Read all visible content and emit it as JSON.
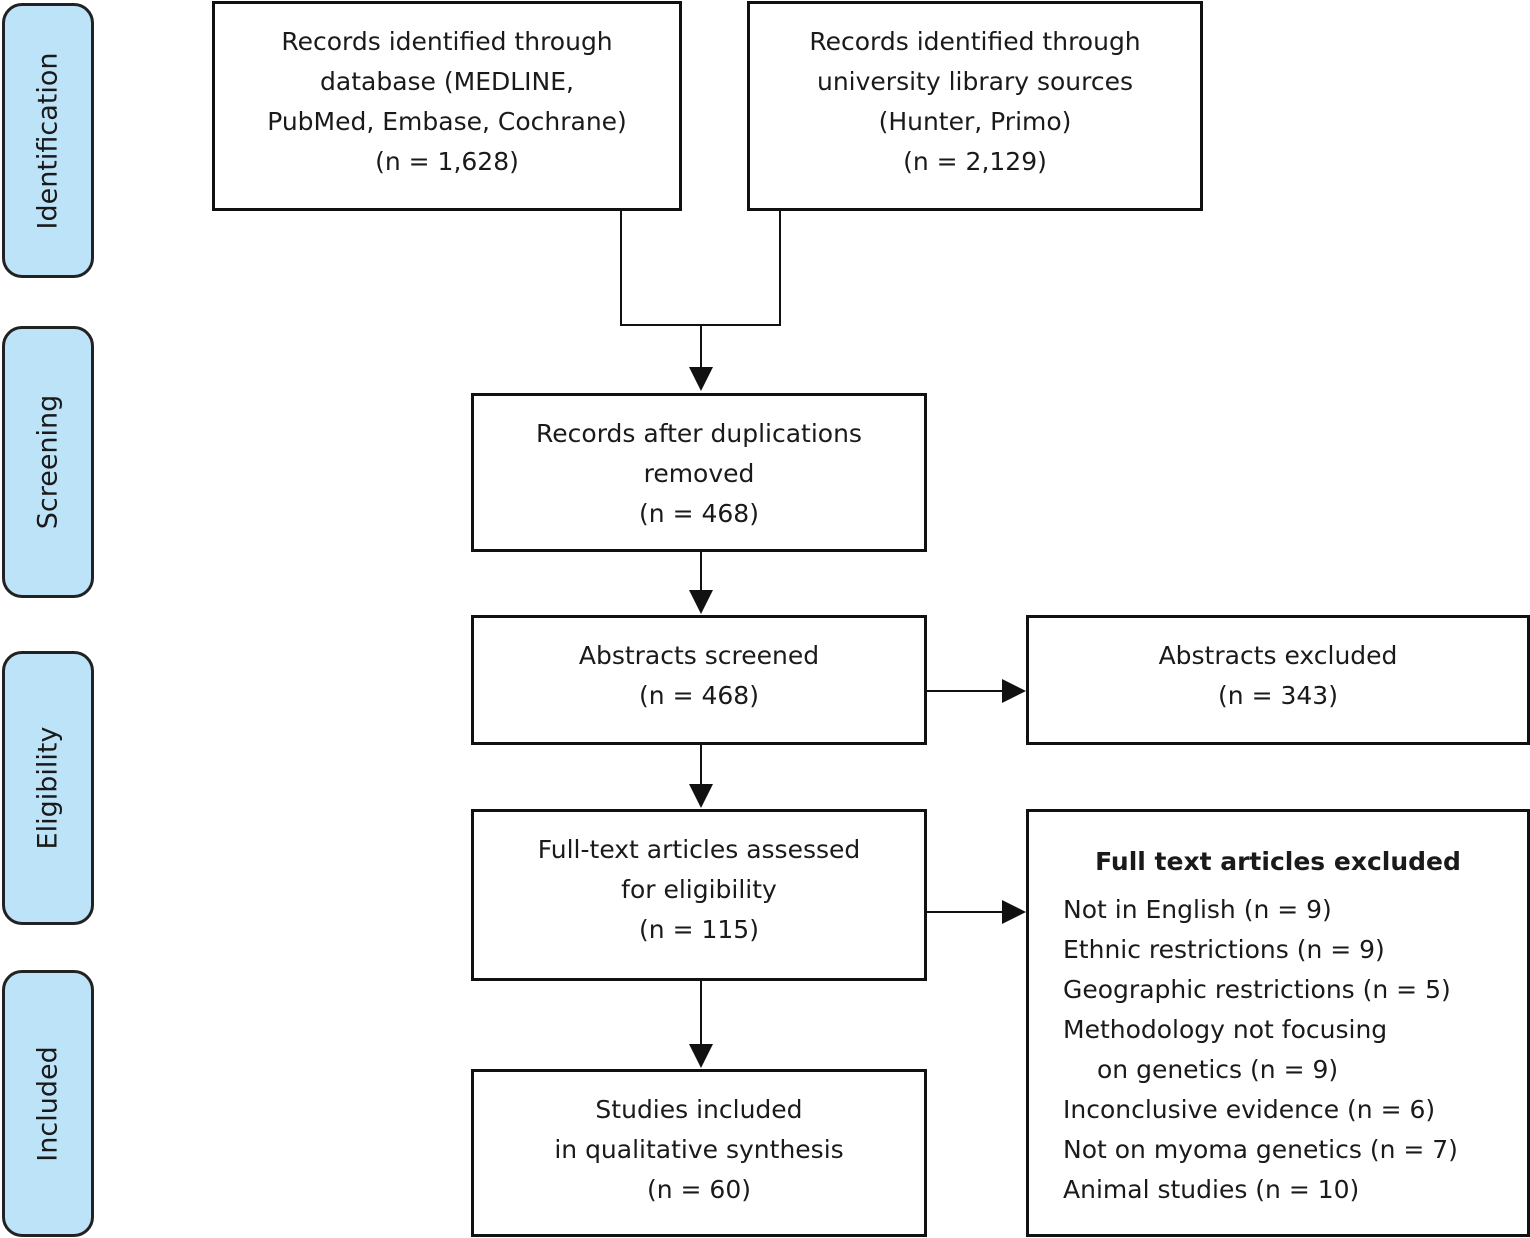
{
  "phases": [
    "Identification",
    "Screening",
    "Eligibility",
    "Included"
  ],
  "boxes": {
    "db": [
      "Records identified through",
      "database (MEDLINE,",
      "PubMed, Embase, Cochrane)",
      "(n = 1,628)"
    ],
    "lib": [
      "Records identified through",
      "university library sources",
      "(Hunter, Primo)",
      "(n = 2,129)"
    ],
    "dedup": [
      "Records after duplications",
      "removed",
      "(n = 468)"
    ],
    "screened": [
      "Abstracts screened",
      "(n = 468)"
    ],
    "abs_excl": [
      "Abstracts excluded",
      "(n = 343)"
    ],
    "fulltext": [
      "Full-text articles assessed",
      "for eligibility",
      "(n = 115)"
    ],
    "included": [
      "Studies included",
      "in qualitative synthesis",
      "(n = 60)"
    ]
  },
  "ft_excluded": {
    "title": "Full text articles excluded",
    "items": [
      "Not in English (n = 9)",
      "Ethnic restrictions (n = 9)",
      "Geographic restrictions (n = 5)",
      "Methodology not focusing",
      "on genetics (n = 9)",
      "Inconclusive evidence (n = 6)",
      "Not on myoma genetics (n = 7)",
      "Animal studies (n = 10)"
    ]
  },
  "colors": {
    "phase_fill": "#bde3f8",
    "stroke": "#111111"
  }
}
